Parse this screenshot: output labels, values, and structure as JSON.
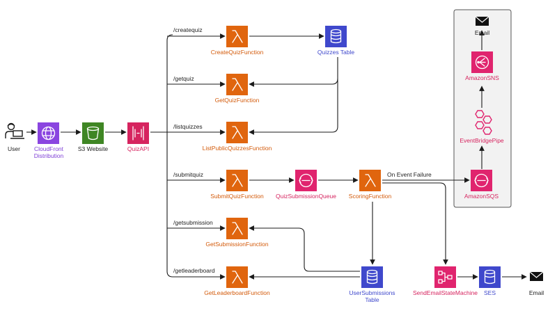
{
  "colors": {
    "lambda": "#E0650E",
    "lambda_text": "#D35A0A",
    "dynamodb": "#3F48CC",
    "dynamodb_text": "#3F48CC",
    "cloudfront": "#8A45E0",
    "cloudfront_text": "#7E3FD6",
    "s3": "#3F8624",
    "apigw": "#D6245F",
    "app_integration": "#E0246E",
    "app_integration_text": "#D6245F",
    "edge": "#1A1A1A",
    "group_fill": "#F2F2F2",
    "group_stroke": "#555555"
  },
  "nodes": {
    "user": {
      "label": "User",
      "icon": "user-laptop-icon"
    },
    "cloudfront": {
      "label_line1": "CloudFront",
      "label_line2": "Distribution",
      "icon": "cloudfront-globe-icon"
    },
    "s3": {
      "label": "S3 Website",
      "icon": "s3-bucket-icon"
    },
    "quizapi": {
      "label": "QuizAPI",
      "icon": "api-gateway-icon"
    },
    "create_quiz": {
      "label": "CreateQuizFunction",
      "icon": "lambda-icon"
    },
    "get_quiz": {
      "label": "GetQuizFunction",
      "icon": "lambda-icon"
    },
    "list_public": {
      "label": "ListPublicQuizzesFunction",
      "icon": "lambda-icon"
    },
    "submit_quiz": {
      "label": "SubmitQuizFunction",
      "icon": "lambda-icon"
    },
    "get_submission": {
      "label": "GetSubmissionFunction",
      "icon": "lambda-icon"
    },
    "get_leaderboard": {
      "label": "GetLeaderboardFunction",
      "icon": "lambda-icon"
    },
    "quizzes_table": {
      "label": "Quizzes Table",
      "icon": "dynamodb-icon"
    },
    "submission_queue": {
      "label": "QuizSubmissionQueue",
      "icon": "sqs-icon"
    },
    "scoring": {
      "label": "ScoringFunction",
      "icon": "lambda-icon"
    },
    "user_submissions": {
      "label_line1": "UserSubmissions",
      "label_line2": "Table",
      "icon": "dynamodb-icon"
    },
    "step_functions": {
      "label": "SendEmailStateMachine",
      "icon": "step-functions-icon"
    },
    "ses": {
      "label": "SES",
      "icon": "ses-icon"
    },
    "email_bottom": {
      "label": "Email",
      "icon": "envelope-icon"
    },
    "amazon_sqs": {
      "label": "AmazonSQS",
      "icon": "sqs-icon"
    },
    "eventbridge_pipe": {
      "label": "EventBridgePipe",
      "icon": "eventbridge-pipe-icon"
    },
    "amazon_sns": {
      "label": "AmazonSNS",
      "icon": "sns-icon"
    },
    "email_top": {
      "label": "Email",
      "icon": "envelope-icon"
    }
  },
  "routes": {
    "createquiz": "/createquiz",
    "getquiz": "/getquiz",
    "listquizzes": "/listquizzes",
    "submitquiz": "/submitquiz",
    "getsubmission": "/getsubmission",
    "getleaderboard": "/getleaderboard"
  },
  "annotations": {
    "on_event_failure": "On Event Failure"
  }
}
